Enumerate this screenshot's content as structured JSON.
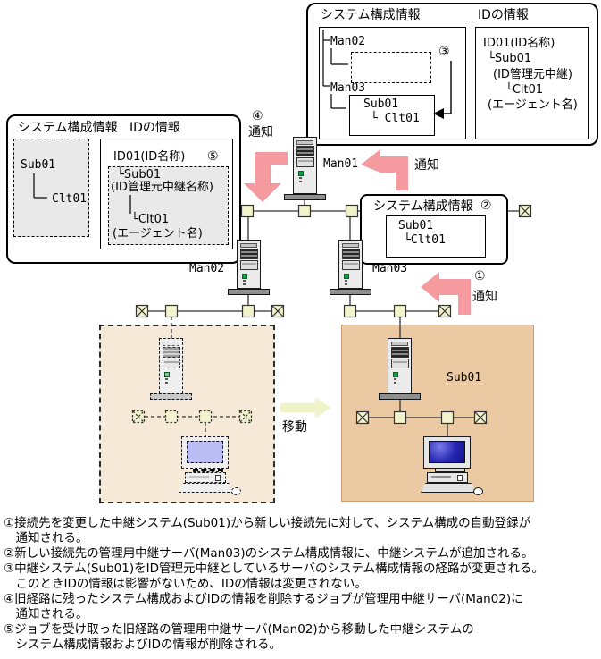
{
  "top_box": {
    "sys_title": "システム構成情報",
    "id_title": "IDの情報",
    "man02": "Man02",
    "man03": "Man03",
    "inner_sub": "Sub01",
    "inner_clt": "└ Clt01",
    "step3": "③",
    "id_line1": "ID01(ID名称)",
    "id_line2": "└Sub01",
    "id_line3": "(ID管理元中継)",
    "id_line4": "└Clt01",
    "id_line5": "(エージェント名)"
  },
  "left_box": {
    "sys_title": "システム構成情報",
    "id_title": "IDの情報",
    "sub": "Sub01",
    "clt": "Clt01",
    "id_head": "ID01(ID名称)",
    "step5": "⑤",
    "id_line1": "└Sub01",
    "id_line2": "(ID管理元中継名称)",
    "id_line3": "└Clt01",
    "id_line4": "(エージェント名)"
  },
  "box2": {
    "title": "システム構成情報",
    "step2": "②",
    "sub": "Sub01",
    "clt": "└Clt01"
  },
  "labels": {
    "man01": "Man01",
    "man02": "Man02",
    "man03": "Man03",
    "sub01_zone": "Sub01",
    "notify_man01": "通知",
    "step4": "④",
    "notify4": "通知",
    "step1": "①",
    "notify1": "通知",
    "move": "移動"
  },
  "notes": [
    "①接続先を変更した中継システム(Sub01)から新しい接続先に対して、システム構成の自動登録が",
    "　通知される。",
    "②新しい接続先の管理用中継サーバ(Man03)のシステム構成情報に、中継システムが追加される。",
    "③中継システム(Sub01)をID管理元中継としているサーバのシステム構成情報の経路が変更される。",
    "　このときIDの情報は影響がないため、IDの情報は変更されない。",
    "④旧経路に残ったシステム構成およびIDの情報を削除するジョブが管理用中継サーバ(Man02)に",
    "　通知される。",
    "⑤ジョブを受け取った旧経路の管理用中継サーバ(Man02)から移動した中継システムの",
    "　システム構成情報およびIDの情報が削除される。"
  ],
  "icons": {
    "server": "server-tower-icon",
    "client": "desktop-pc-icon",
    "node": "network-hub-node-icon",
    "crossed_node": "network-endpoint-node-icon",
    "notify_arrow": "notify-arrow-icon",
    "move_arrow": "move-arrow-icon"
  },
  "colors": {
    "notify_arrow_pink": "#f59a9e",
    "move_arrow_yellow": "#eff3c8",
    "node_fill": "#f2f2cd",
    "zone_old_fill": "#f6e9d8",
    "zone_new_fill": "#eac9a3",
    "gray_box_fill": "#e9e9e9",
    "screen_blue": "#2525b2"
  }
}
